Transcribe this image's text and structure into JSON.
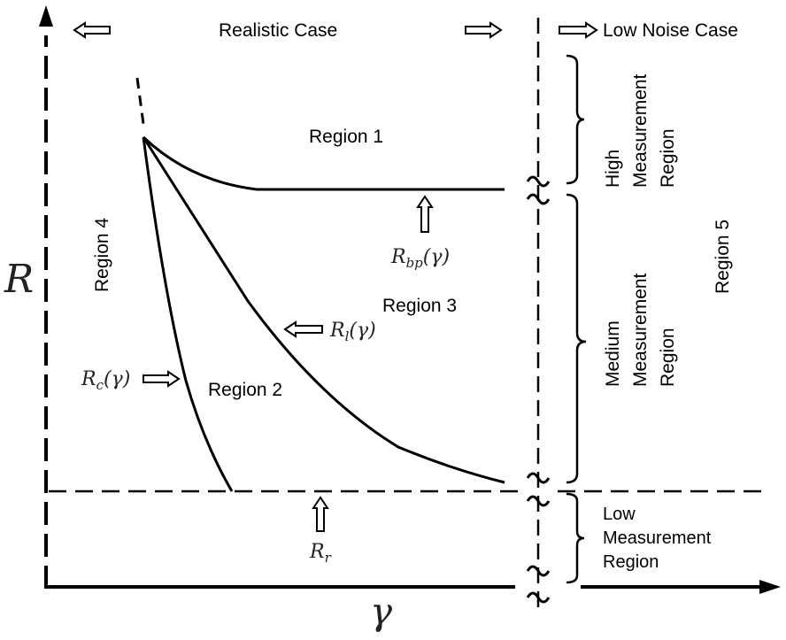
{
  "axes": {
    "y_label": "R",
    "x_label": "γ"
  },
  "header": {
    "realistic_case": "Realistic Case",
    "low_noise_case": "Low Noise Case"
  },
  "regions": {
    "r1": "Region 1",
    "r2": "Region 2",
    "r3": "Region 3",
    "r4": "Region 4",
    "r5": "Region 5"
  },
  "curves": {
    "rbp_main": "R",
    "rbp_sub": "bp",
    "rbp_arg": "(γ)",
    "rl_main": "R",
    "rl_sub": "l",
    "rl_arg": "(γ)",
    "rc_main": "R",
    "rc_sub": "c",
    "rc_arg": "(γ)",
    "rr_main": "R",
    "rr_sub": "r"
  },
  "measurement_regions": {
    "high": [
      "High",
      "Measurement",
      "Region"
    ],
    "medium": [
      "Medium",
      "Measurement",
      "Region"
    ],
    "low": [
      "Low",
      "Measurement",
      "Region"
    ]
  }
}
